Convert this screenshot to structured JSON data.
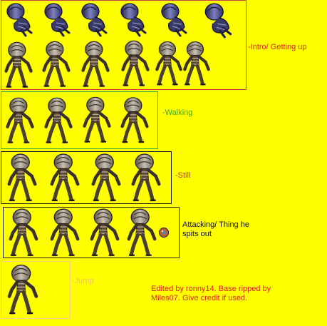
{
  "sheet": {
    "background": "#ffff00",
    "sections": [
      {
        "id": "intro",
        "label": "-Intro/ Getting up",
        "border": "#d04040",
        "label_color": "#e02020"
      },
      {
        "id": "walking",
        "label": "-Walking",
        "border": "#40b040",
        "label_color": "#30b030"
      },
      {
        "id": "still",
        "label": "-Still",
        "border": "#202020",
        "label_color": "#b04040"
      },
      {
        "id": "attacking",
        "label_line1": "Attacking/ Thing he",
        "label_line2": "spits out",
        "border": "#202020",
        "label_color": "#101010"
      },
      {
        "id": "jump",
        "label": "-Jump",
        "border": "#f0d070",
        "label_color": "#f0c060"
      }
    ],
    "credit": {
      "line1": "Edited by ronny14. Base ripped by",
      "line2": "Miles07. Give credit if used.",
      "color": "#e02020"
    }
  }
}
